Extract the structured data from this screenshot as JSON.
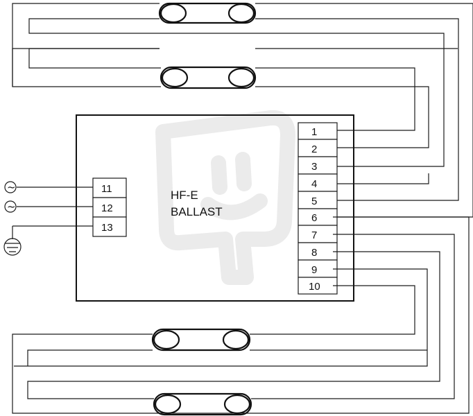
{
  "ballast": {
    "line1": "HF-E",
    "line2": "BALLAST"
  },
  "left_terminals": [
    "11",
    "12",
    "13"
  ],
  "right_terminals": [
    "1",
    "2",
    "3",
    "4",
    "5",
    "6",
    "7",
    "8",
    "9",
    "10"
  ],
  "supply_symbols": {
    "ac1": "~",
    "ac2": "~",
    "earth": "earth-ground-icon"
  },
  "lamps": [
    "top-lamp-1",
    "top-lamp-2",
    "bottom-lamp-1",
    "bottom-lamp-2"
  ]
}
